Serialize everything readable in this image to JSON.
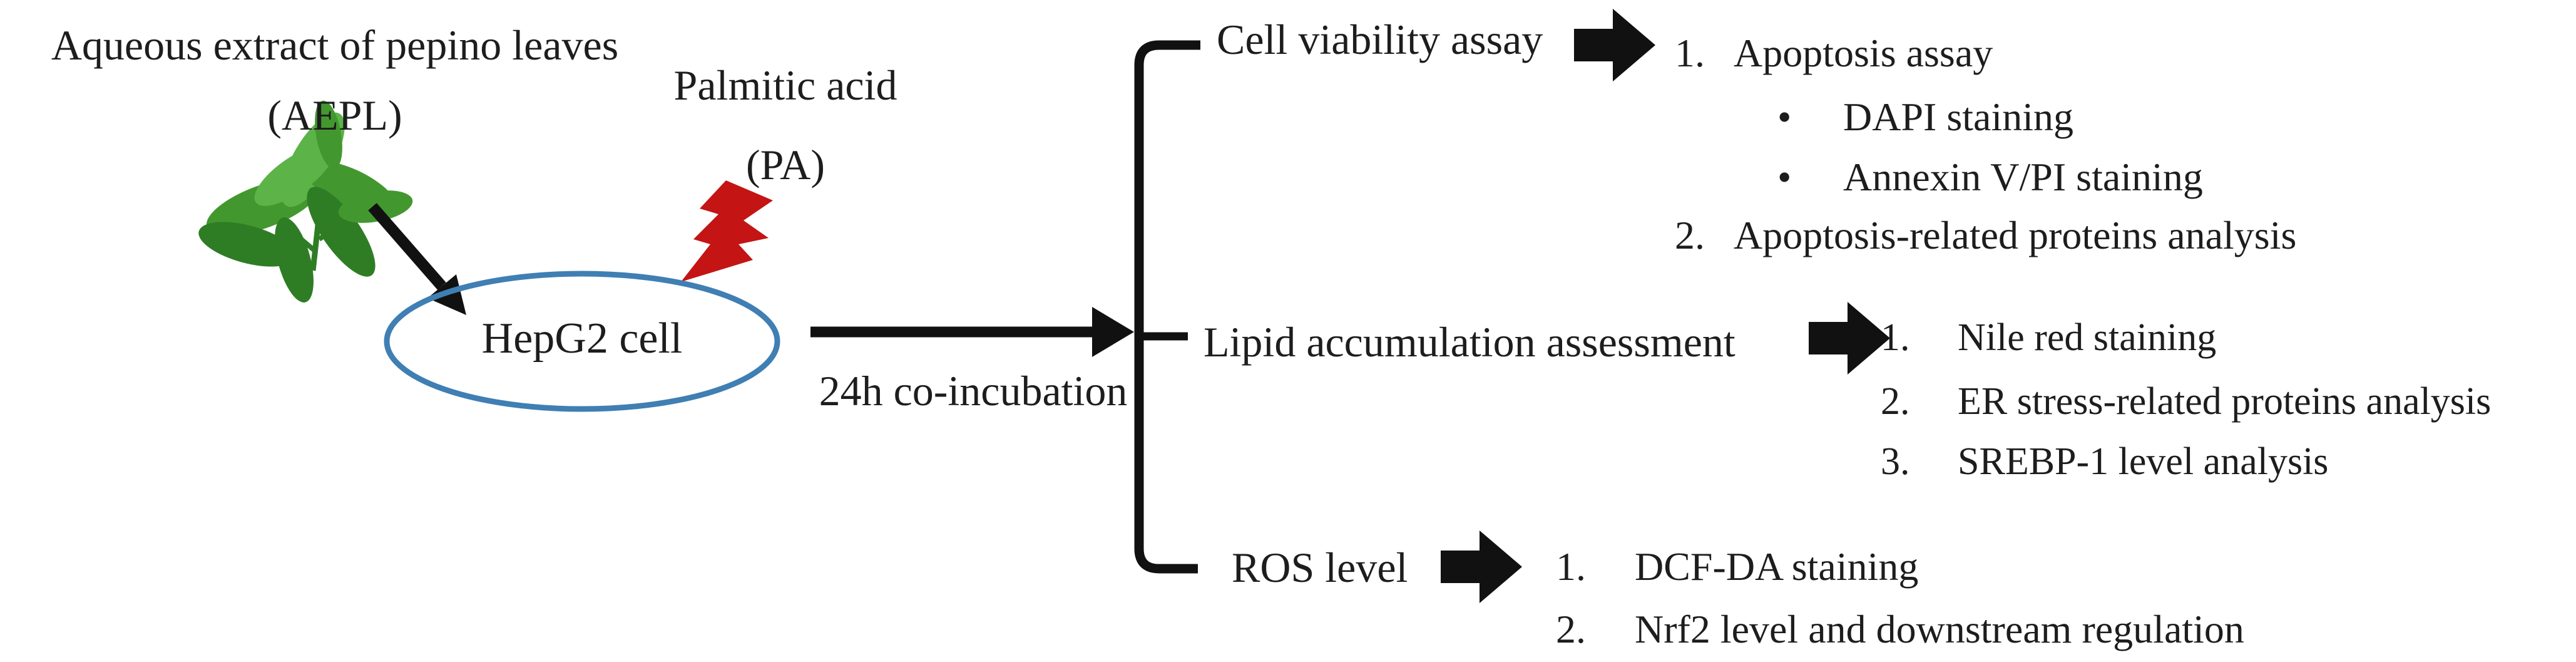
{
  "colors": {
    "ink": "#1d1d1d",
    "cell-blue": "#3f7fb3",
    "bolt-red": "#c41414",
    "leaf-dark": "#2e7d25",
    "leaf-mid": "#42982f",
    "leaf-light": "#5cb348",
    "arrow-black": "#111111"
  },
  "nodes": {
    "aepl": {
      "line1": "Aqueous extract of pepino leaves",
      "line2": "(AEPL)"
    },
    "pa": {
      "line1": "Palmitic acid",
      "line2": "(PA)"
    },
    "cell": {
      "label": "HepG2 cell"
    },
    "incubation": {
      "label": "24h co-incubation"
    }
  },
  "branches": [
    {
      "label": "Cell viability assay",
      "items": [
        {
          "marker": "1.",
          "text": "Apoptosis assay"
        },
        {
          "marker": "•",
          "text": "DAPI staining"
        },
        {
          "marker": "•",
          "text": "Annexin V/PI staining"
        },
        {
          "marker": "2.",
          "text": "Apoptosis-related proteins analysis"
        }
      ]
    },
    {
      "label": "Lipid accumulation assessment",
      "items": [
        {
          "marker": "1.",
          "text": "Nile red staining"
        },
        {
          "marker": "2.",
          "text": "ER stress-related proteins analysis"
        },
        {
          "marker": "3.",
          "text": "SREBP-1 level analysis"
        }
      ]
    },
    {
      "label": "ROS level",
      "items": [
        {
          "marker": "1.",
          "text": "DCF-DA staining"
        },
        {
          "marker": "2.",
          "text": "Nrf2 level and downstream regulation"
        }
      ]
    }
  ]
}
